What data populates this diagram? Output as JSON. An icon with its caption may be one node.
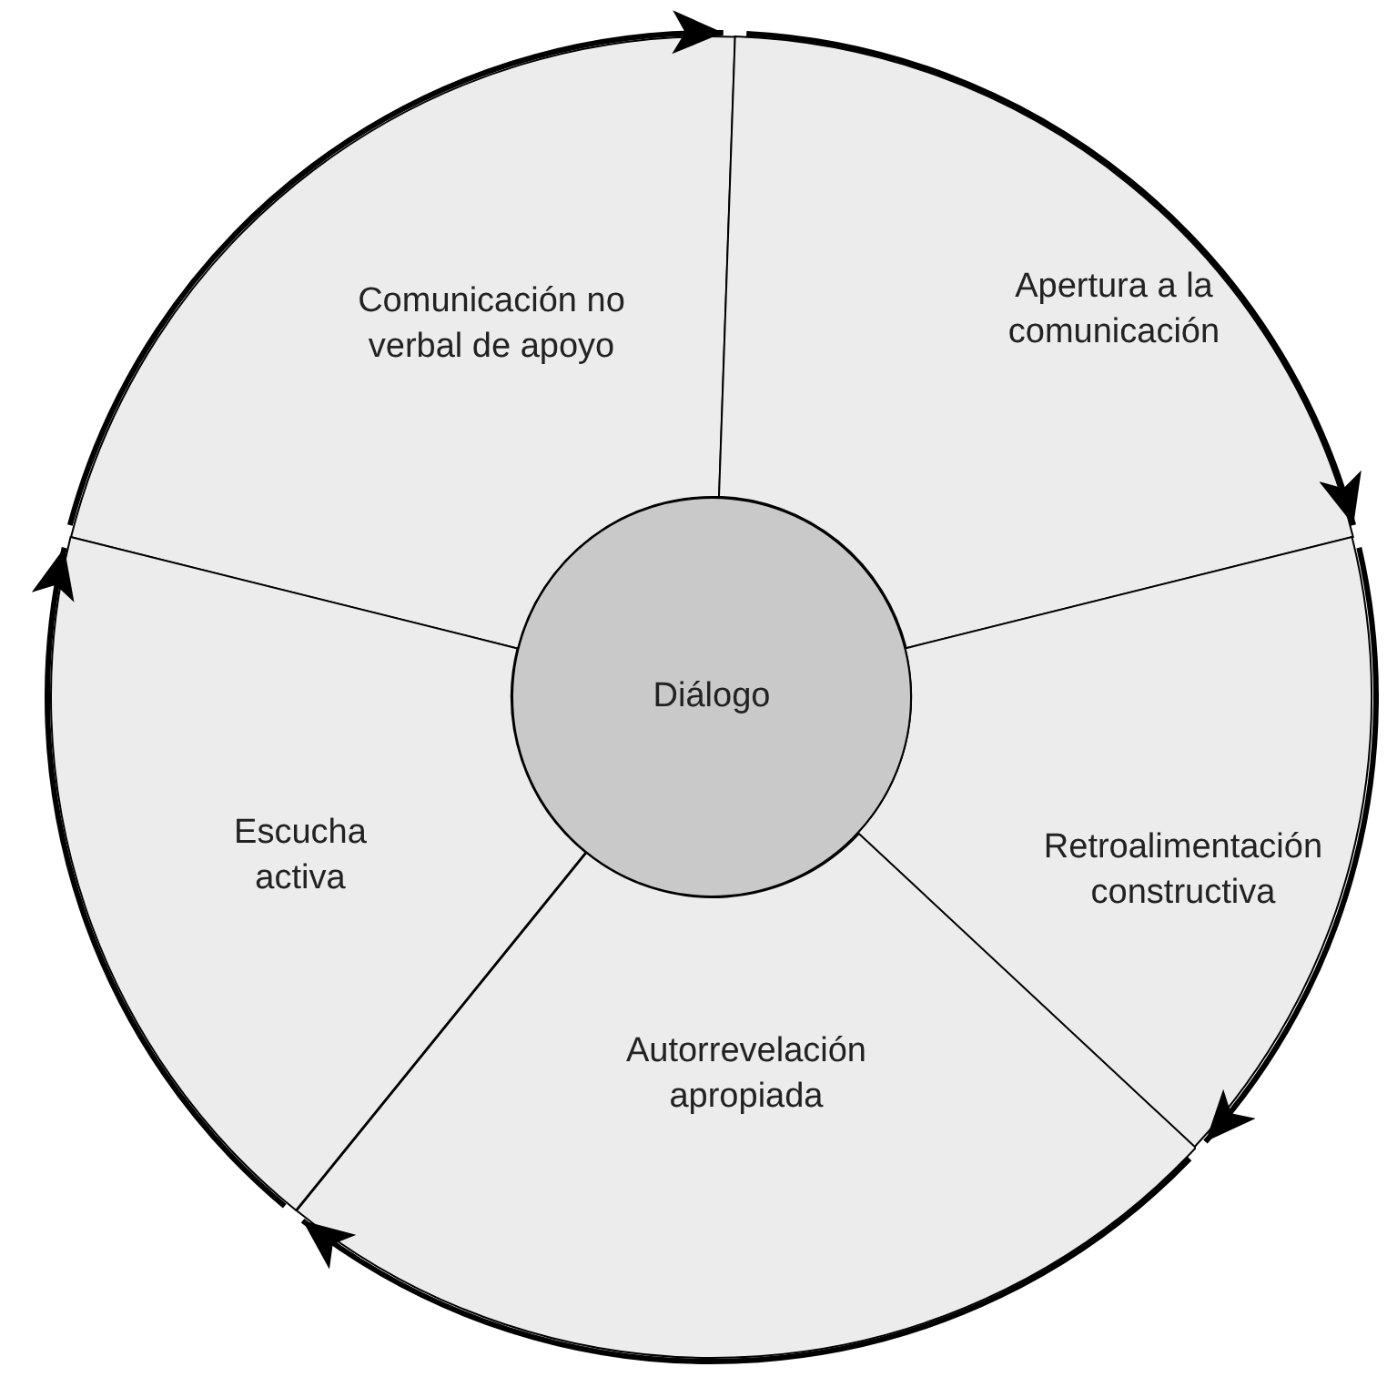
{
  "diagram": {
    "nodes": [
      {
        "text": [
          "Comunicación no verbal de apoyo"
        ]
      },
      {
        "text": [
          "Apertura a la comunicación"
        ]
      },
      {
        "text": [
          "Diálogo"
        ]
      },
      {
        "text": [
          "Escucha activa"
        ]
      },
      {
        "text": [
          "Retroalimentación constructiva"
        ]
      },
      {
        "text": [
          "Autorrevelación apropiada"
        ]
      }
    ],
    "edges": [
      {
        "from": 0,
        "to": 1,
        "arrow": "to"
      },
      {
        "from": 1,
        "to": 4,
        "arrow": "to"
      },
      {
        "from": 4,
        "to": 5,
        "arrow": "to"
      },
      {
        "from": 5,
        "to": 3,
        "arrow": "to"
      },
      {
        "from": 3,
        "to": 0,
        "arrow": "to"
      }
    ]
  }
}
